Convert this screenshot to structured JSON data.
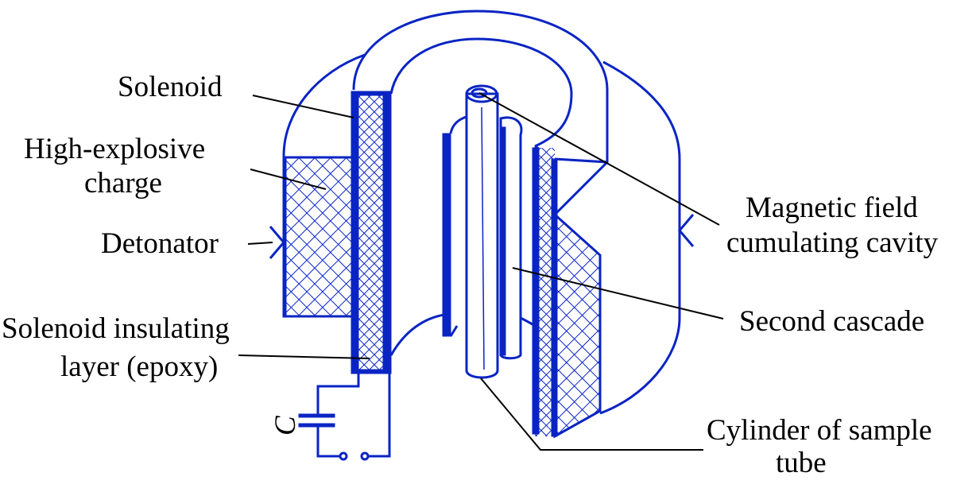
{
  "labels": {
    "solenoid": "Solenoid",
    "he_line1": "High-explosive",
    "he_line2": "charge",
    "detonator": "Detonator",
    "insulating_line1": "Solenoid insulating",
    "insulating_line2": "layer (epoxy)",
    "capacitor": "C",
    "cavity_line1": "Magnetic field",
    "cavity_line2": "cumulating cavity",
    "second_cascade": "Second cascade",
    "sample_line1": "Cylinder of sample",
    "sample_line2": "tube"
  },
  "colors": {
    "line": "#0a24c4",
    "text": "#000000"
  }
}
